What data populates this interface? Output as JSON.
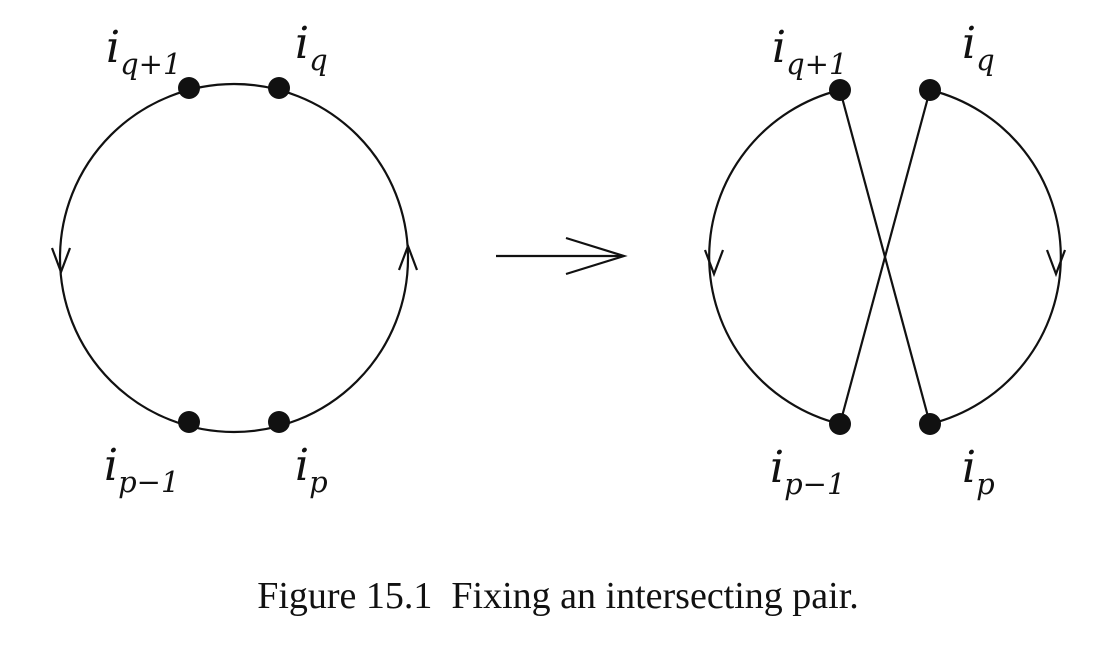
{
  "figure": {
    "left": {
      "labels": [
        {
          "id": "q1",
          "base": "i",
          "sub": "q+1"
        },
        {
          "id": "q",
          "base": "i",
          "sub": "q"
        },
        {
          "id": "pm1",
          "base": "i",
          "sub": "p−1"
        },
        {
          "id": "p",
          "base": "i",
          "sub": "p"
        }
      ]
    },
    "right": {
      "labels": [
        {
          "id": "q1",
          "base": "i",
          "sub": "q+1"
        },
        {
          "id": "q",
          "base": "i",
          "sub": "q"
        },
        {
          "id": "pm1",
          "base": "i",
          "sub": "p−1"
        },
        {
          "id": "p",
          "base": "i",
          "sub": "p"
        }
      ]
    },
    "caption": "Figure 15.1  Fixing an intersecting pair."
  }
}
